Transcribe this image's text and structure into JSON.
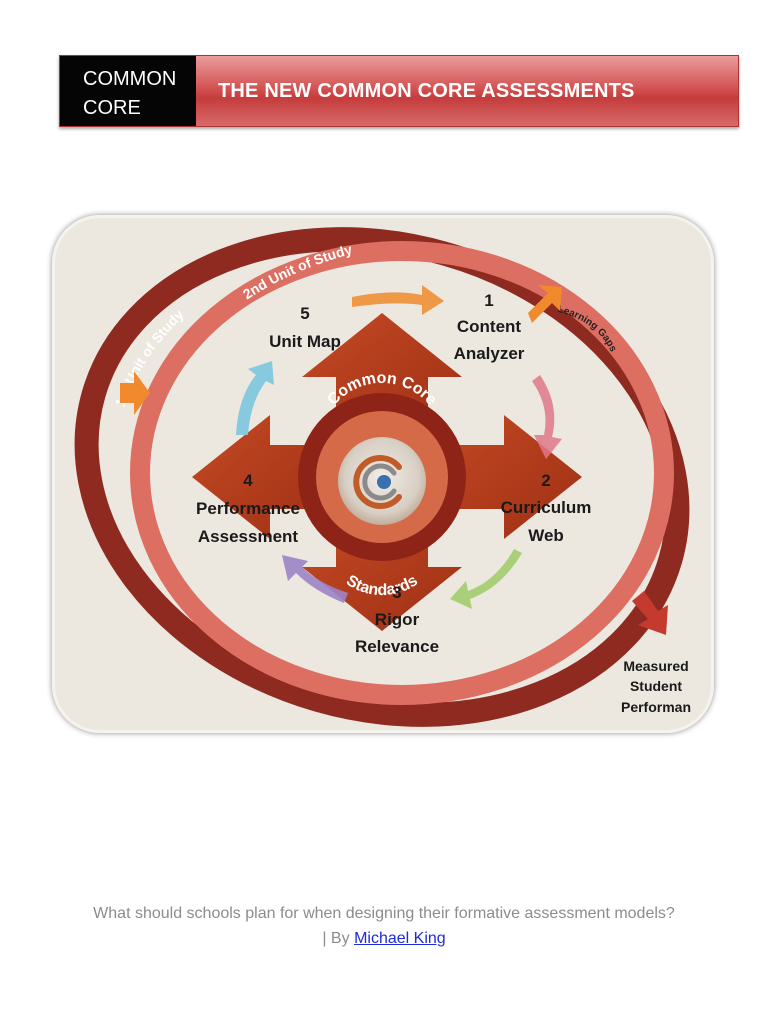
{
  "header": {
    "badge": "COMMON CORE",
    "title": "THE NEW COMMON CORE ASSESSMENTS"
  },
  "diagram": {
    "ring_labels": {
      "first_unit": "1st Unit of Study",
      "second_unit": "2nd Unit of Study",
      "learning_gaps": "Learning Gaps"
    },
    "center_top": "Common Core",
    "center_bottom": "Standards",
    "steps": {
      "s1": {
        "num": "1",
        "line1": "Content",
        "line2": "Analyzer"
      },
      "s2": {
        "num": "2",
        "line1": "Curriculum",
        "line2": "Web"
      },
      "s3": {
        "num": "3",
        "line1": "Rigor",
        "line2": "Relevance"
      },
      "s4": {
        "num": "4",
        "line1": "Performance",
        "line2": "Assessment"
      },
      "s5": {
        "num": "5",
        "line1": "Unit Map"
      }
    },
    "outcome": {
      "line1": "Measured",
      "line2": "Student",
      "line3": "Performan"
    },
    "colors": {
      "ring_dark": "#9b2b22",
      "ring_light": "#db6b60",
      "cross": "#b5381a",
      "arrow_orange": "#f08a2c",
      "arrow_pink": "#e0788a",
      "arrow_green": "#a4cc6e",
      "arrow_purple": "#9c84c8",
      "arrow_blue": "#7cc6e0"
    }
  },
  "caption": {
    "text": "What should schools plan for when designing their formative assessment models? | By",
    "author": "Michael King"
  }
}
